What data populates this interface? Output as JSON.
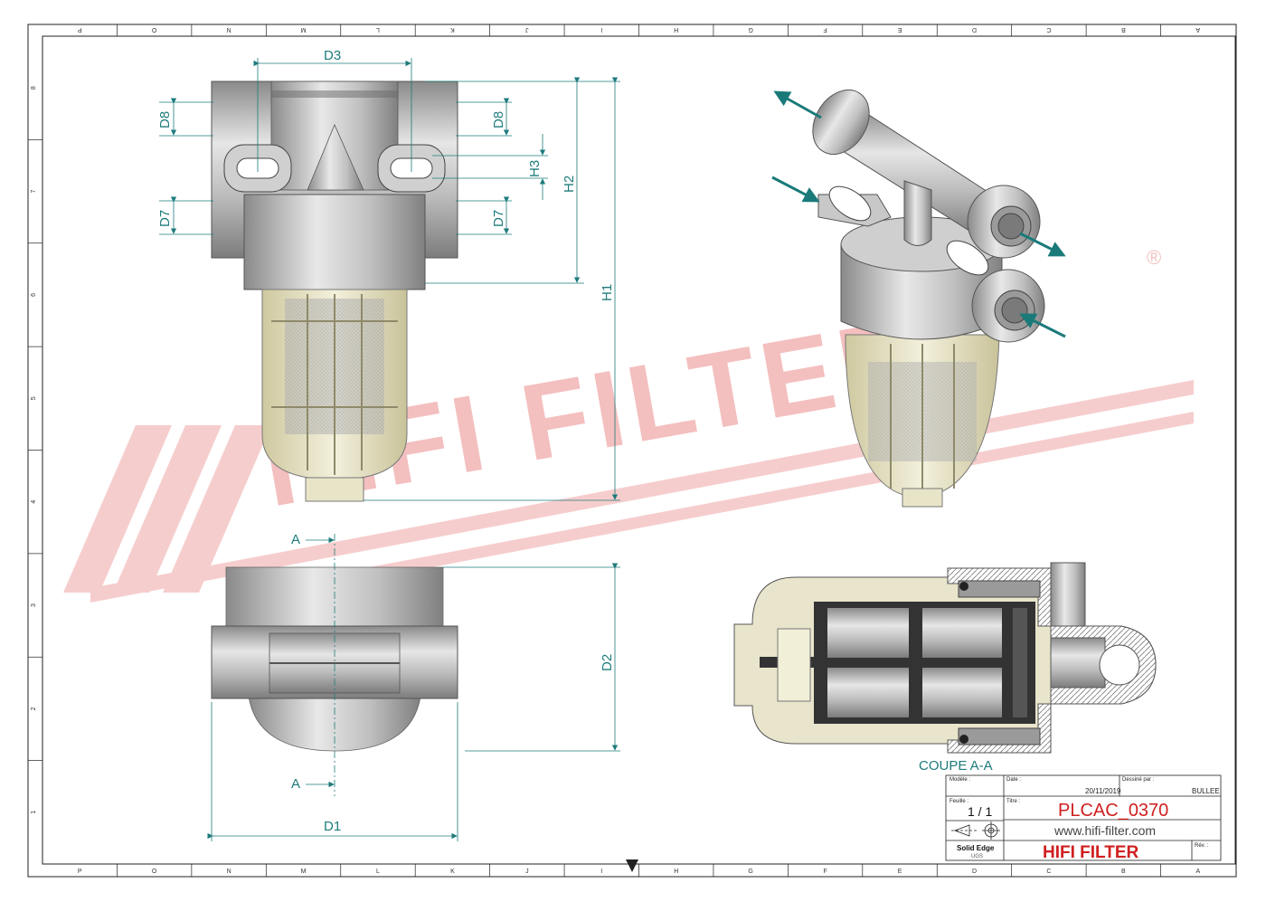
{
  "sheet": {
    "grid_columns": [
      "P",
      "O",
      "N",
      "M",
      "L",
      "K",
      "J",
      "I",
      "H",
      "G",
      "F",
      "E",
      "D",
      "C",
      "B",
      "A"
    ],
    "grid_rows": [
      "8",
      "7",
      "6",
      "5",
      "4",
      "3",
      "2",
      "1"
    ]
  },
  "watermark": {
    "text": "HIFI FILTER",
    "registered": "®"
  },
  "dimensions": {
    "d3": "D3",
    "d8_left": "D8",
    "d8_right": "D8",
    "h3": "H3",
    "h2": "H2",
    "h1": "H1",
    "d7_left": "D7",
    "d7_right": "D7",
    "d2": "D2",
    "d1": "D1",
    "section_a_top": "A",
    "section_a_bottom": "A"
  },
  "section_view": {
    "caption": "COUPE A-A"
  },
  "title_block": {
    "modele_label": "Modèle :",
    "date_label": "Date :",
    "date_value": "20/11/2019",
    "dessine_label": "Dessiné par :",
    "dessine_value": "BULLEE",
    "feuille_label": "Feuille :",
    "feuille_value": "1 / 1",
    "titre_label": "Titre :",
    "part_number": "PLCAC_0370",
    "website": "www.hifi-filter.com",
    "software_line1": "Solid Edge",
    "software_line2": "UGS",
    "company": "HIFI FILTER",
    "rev_label": "Rév. :"
  },
  "colors": {
    "dimension": "#1e7b7b",
    "part_number": "#d01f1f",
    "watermark": "#f2b4b4",
    "metal": "#b8b8b8",
    "bowl": "#e8e4c8"
  }
}
